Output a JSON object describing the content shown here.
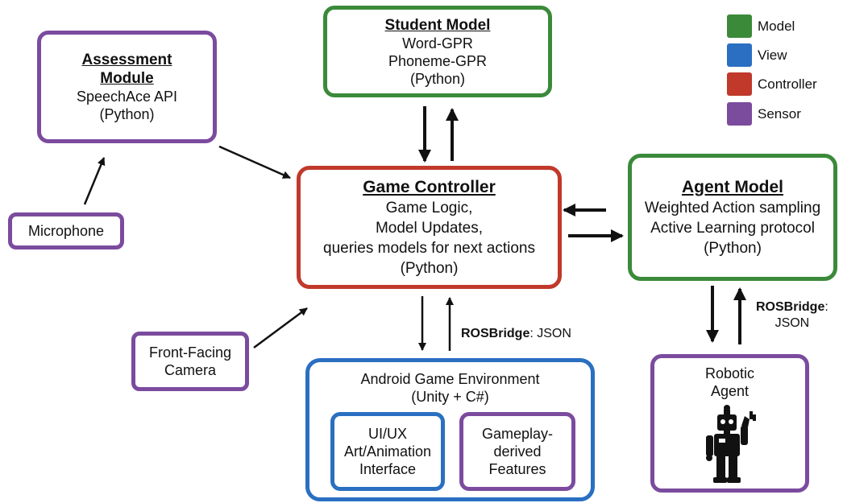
{
  "student_model": {
    "title": "Student Model",
    "lines": [
      "Word-GPR",
      "Phoneme-GPR",
      "(Python)"
    ]
  },
  "assessment_module": {
    "title_1": "Assessment",
    "title_2": "Module",
    "lines": [
      "SpeechAce API",
      "(Python)"
    ]
  },
  "microphone": {
    "label": "Microphone"
  },
  "game_controller": {
    "title": "Game Controller",
    "lines": [
      "Game Logic,",
      "Model Updates,",
      "queries models for next actions",
      "(Python)"
    ]
  },
  "agent_model": {
    "title": "Agent Model",
    "lines": [
      "Weighted Action sampling",
      "Active Learning protocol",
      "(Python)"
    ]
  },
  "camera": {
    "label_1": "Front-Facing",
    "label_2": "Camera"
  },
  "android_env": {
    "line_1": "Android Game Environment",
    "line_2": "(Unity + C#)"
  },
  "uiux": {
    "lines": [
      "UI/UX",
      "Art/Animation",
      "Interface"
    ]
  },
  "gameplay": {
    "lines": [
      "Gameplay-",
      "derived",
      "Features"
    ]
  },
  "robotic_agent": {
    "label_1": "Robotic",
    "label_2": "Agent",
    "icon": "robot-icon"
  },
  "ros_bridge_game": {
    "bold": "ROSBridge",
    "rest": ": JSON"
  },
  "ros_bridge_robot": {
    "bold": "ROSBridge",
    "rest_1": ":",
    "rest_2": "JSON"
  },
  "legend": {
    "items": [
      {
        "label": "Model",
        "color": "#3b8a3a"
      },
      {
        "label": "View",
        "color": "#2a6fc2"
      },
      {
        "label": "Controller",
        "color": "#c0392b"
      },
      {
        "label": "Sensor",
        "color": "#7b4b9e"
      }
    ]
  }
}
